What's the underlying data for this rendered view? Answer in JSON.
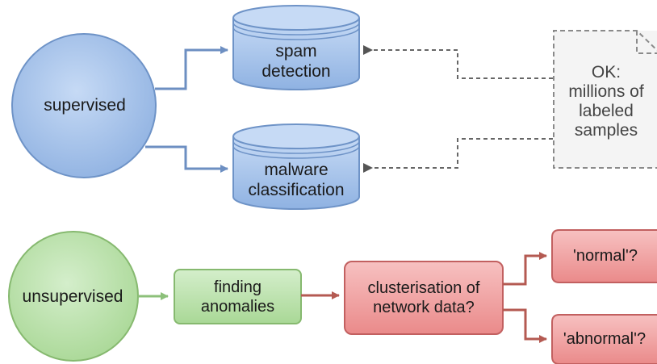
{
  "nodes": {
    "supervised": "supervised",
    "spam_detection": "spam\ndetection",
    "malware_classification": "malware\nclassification",
    "note": "OK:\nmillions of\nlabeled\nsamples",
    "unsupervised": "unsupervised",
    "finding_anomalies": "finding\nanomalies",
    "clusterisation": "clusterisation of\nnetwork data?",
    "normal": "'normal'?",
    "abnormal": "'abnormal'?"
  },
  "colors": {
    "blue_fill": "#a9c6ec",
    "blue_stroke": "#6e93c7",
    "blue_arrow": "#6d8fc2",
    "green_fill": "#b8e0a6",
    "green_stroke": "#86b96f",
    "green_arrow": "#8cc07a",
    "red_fill": "#f2a3a3",
    "red_stroke": "#c26060",
    "red_arrow": "#b45a52",
    "note_stroke": "#8a8a8a",
    "dashed_arrow": "#666666"
  }
}
